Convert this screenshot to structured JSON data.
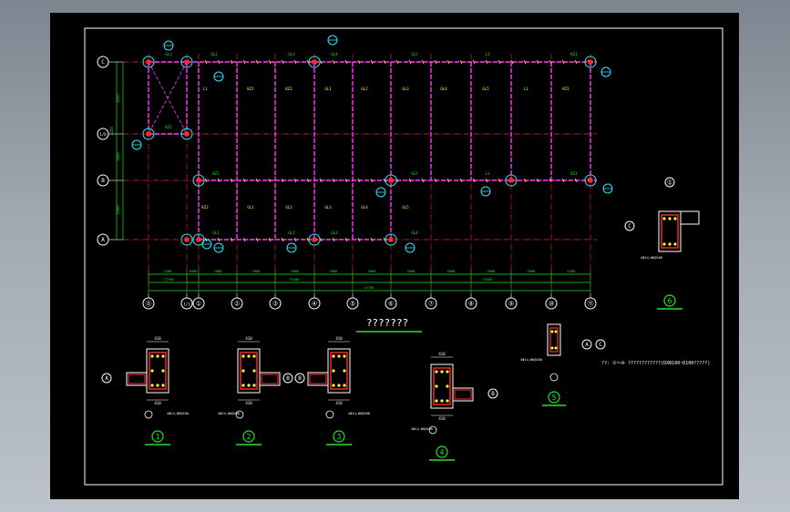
{
  "drawing": {
    "plan_title": "???????",
    "note": "??: ①～④ ????????????(DXB100~D100?????)",
    "rows": [
      {
        "id": "row-c",
        "label": "C"
      },
      {
        "id": "row-1b",
        "label": "1/B"
      },
      {
        "id": "row-b",
        "label": "B"
      },
      {
        "id": "row-a",
        "label": "A"
      }
    ],
    "row_dims": [
      "3050",
      "1080",
      "6000",
      "3250"
    ],
    "cols": [
      "①",
      "②",
      "③",
      "④",
      "⑤",
      "⑥",
      "⑦",
      "⑧",
      "⑨",
      "⑩",
      "⑪"
    ],
    "extra_cols": [
      "⓪",
      "1/1"
    ],
    "bottom_dims": [
      "2100",
      "3900",
      "3900",
      "3900",
      "3900",
      "3900",
      "3900",
      "3900",
      "3900",
      "3900",
      "3900"
    ],
    "dim_totals": [
      "17700",
      "37500",
      "47700"
    ],
    "beam_tags": [
      "GL1",
      "GL2",
      "GL3",
      "GL4",
      "GL5",
      "L1",
      "KZ1",
      "KZ2"
    ],
    "details": [
      {
        "id": "detail-1",
        "num": "1",
        "label": "①",
        "axis": "A",
        "note": "4Φ14,Φ8@200"
      },
      {
        "id": "detail-2",
        "num": "2",
        "label": "①",
        "axis": "B",
        "note": "4Φ14,Φ8@200"
      },
      {
        "id": "detail-3",
        "num": "3",
        "label": "⑥",
        "axis": "B",
        "note": "4Φ14,Φ8@200"
      },
      {
        "id": "detail-4",
        "num": "4",
        "label": "⑥",
        "axis": "B",
        "note": "4Φ14,Φ8@200"
      },
      {
        "id": "detail-5",
        "num": "5",
        "label": "A C",
        "axis": "A",
        "note": "4Φ14,Φ8@200"
      },
      {
        "id": "detail-6",
        "num": "6",
        "label": "①",
        "axis": "C",
        "note": "4Φ14,Φ8@200"
      }
    ],
    "colors": {
      "red": "#ff2a2a",
      "magenta": "#ff3cff",
      "cyan": "#2ee6ff",
      "green": "#27e22a",
      "yellow": "#ffff3a",
      "white": "#ffffff",
      "bg": "#000000"
    }
  }
}
